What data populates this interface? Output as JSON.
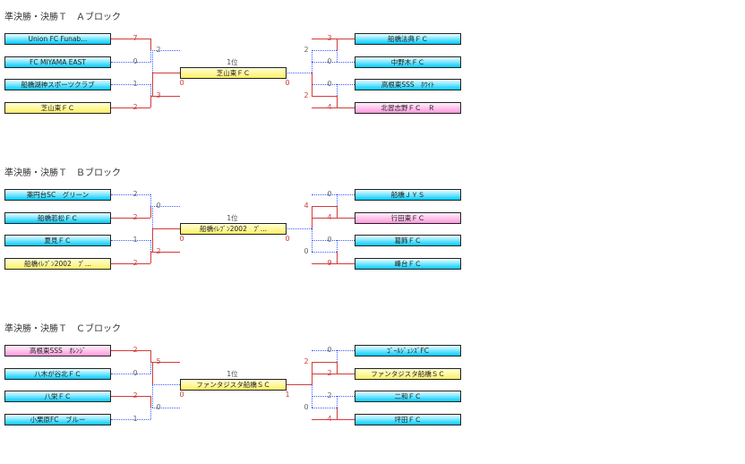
{
  "blocks": [
    {
      "title": "準決勝・決勝Ｔ　Ａブロック",
      "rank_label": "1位",
      "champion": "芝山東ＦＣ",
      "left_teams": [
        "Union FC Funab...",
        "FC MIYAMA EAST",
        "船橋湖神スポーツクラブ",
        "芝山東ＦＣ"
      ],
      "left_team_colors": [
        "cyan",
        "cyan",
        "cyan",
        "yellow"
      ],
      "right_teams": [
        "船橋法典ＦＣ",
        "中野木ＦＣ",
        "高根東SSS　ﾎﾜｲﾄ",
        "北習志野ＦＣ　Ｒ"
      ],
      "right_team_colors": [
        "cyan",
        "cyan",
        "cyan",
        "pink"
      ],
      "left_r1_scores": [
        "7",
        "0",
        "1",
        "2"
      ],
      "left_r1_win": [
        true,
        false,
        false,
        true
      ],
      "left_r2_scores": [
        "2",
        "3"
      ],
      "left_r2_win": [
        false,
        true
      ],
      "right_r1_scores": [
        "3",
        "0",
        "0",
        "4"
      ],
      "right_r1_win": [
        true,
        false,
        false,
        true
      ],
      "right_r2_scores": [
        "2",
        "2"
      ],
      "right_r2_win": [
        false,
        true
      ],
      "final_left": "0",
      "final_right": "0",
      "final_left_win": true,
      "final_right_win": false
    },
    {
      "title": "準決勝・決勝Ｔ　Ｂブロック",
      "rank_label": "1位",
      "champion": "船橋ｲﾚﾌﾞﾝ2002　ﾌﾞ...",
      "left_teams": [
        "薬円台SC　グリーン",
        "船橋若松ＦＣ",
        "夏見ＦＣ",
        "船橋ｲﾚﾌﾞﾝ2002　ﾌﾞ..."
      ],
      "left_team_colors": [
        "cyan",
        "cyan",
        "cyan",
        "yellow"
      ],
      "right_teams": [
        "船橋ＪＹＳ",
        "行田東ＦＣ",
        "葛飾ＦＣ",
        "峰台ＦＣ"
      ],
      "right_team_colors": [
        "cyan",
        "pink",
        "cyan",
        "cyan"
      ],
      "left_r1_scores": [
        "2",
        "2",
        "1",
        "2"
      ],
      "left_r1_win": [
        false,
        true,
        false,
        true
      ],
      "left_r2_scores": [
        "0",
        "2"
      ],
      "left_r2_win": [
        false,
        true
      ],
      "right_r1_scores": [
        "0",
        "4",
        "0",
        "9"
      ],
      "right_r1_win": [
        false,
        true,
        false,
        true
      ],
      "right_r2_scores": [
        "4",
        "0"
      ],
      "right_r2_win": [
        true,
        false
      ],
      "final_left": "0",
      "final_right": "0",
      "final_left_win": true,
      "final_right_win": false
    },
    {
      "title": "準決勝・決勝Ｔ　Ｃブロック",
      "rank_label": "1位",
      "champion": "ファンタジスタ船橋ＳＣ",
      "left_teams": [
        "高根東SSS　ｵﾚﾝｼﾞ",
        "八木が谷北ＦＣ",
        "八栄ＦＣ",
        "小栗原FC　ブルー"
      ],
      "left_team_colors": [
        "pink",
        "cyan",
        "cyan",
        "cyan"
      ],
      "right_teams": [
        "ｺﾞｰﾙｼﾞｪﾝｽﾞFC",
        "ファンタジスタ船橋ＳＣ",
        "二和ＦＣ",
        "坪田ＦＣ"
      ],
      "right_team_colors": [
        "cyan",
        "yellow",
        "cyan",
        "cyan"
      ],
      "left_r1_scores": [
        "2",
        "0",
        "2",
        "1"
      ],
      "left_r1_win": [
        true,
        false,
        true,
        false
      ],
      "left_r2_scores": [
        "5",
        "0"
      ],
      "left_r2_win": [
        true,
        false
      ],
      "right_r1_scores": [
        "0",
        "2",
        "2",
        "4"
      ],
      "right_r1_win": [
        false,
        true,
        false,
        true
      ],
      "right_r2_scores": [
        "2",
        "0"
      ],
      "right_r2_win": [
        true,
        false
      ],
      "final_left": "0",
      "final_right": "1",
      "final_left_win": false,
      "final_right_win": true
    }
  ]
}
